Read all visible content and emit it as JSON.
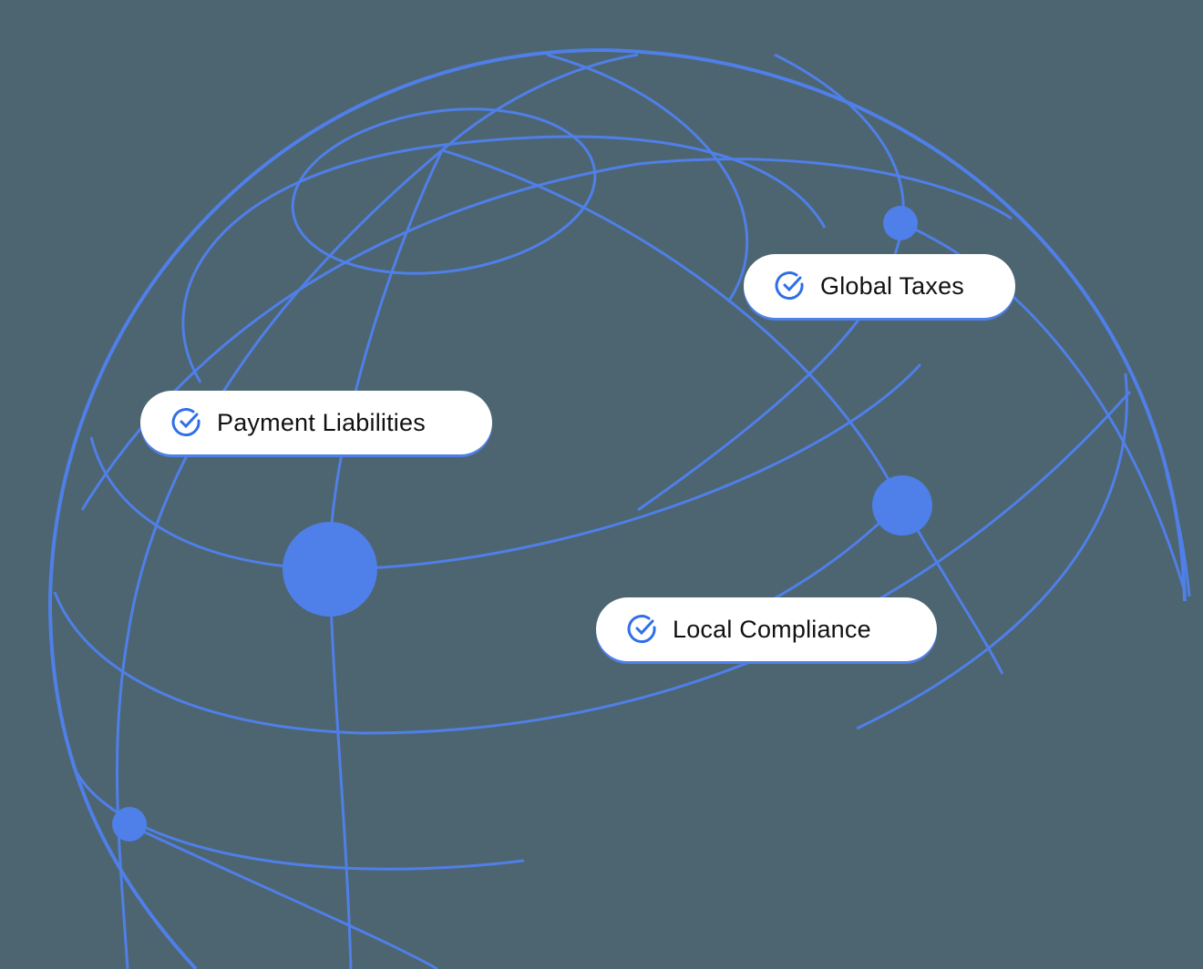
{
  "colors": {
    "background": "#4d6570",
    "line": "#4f7fe8",
    "pill_bg": "#ffffff",
    "check": "#2f6fe8",
    "text": "#111111"
  },
  "labels": [
    {
      "id": "global-taxes",
      "text": "Global Taxes",
      "icon": "check-circle-icon"
    },
    {
      "id": "payment-liabilities",
      "text": "Payment Liabilities",
      "icon": "check-circle-icon"
    },
    {
      "id": "local-compliance",
      "text": "Local Compliance",
      "icon": "check-circle-icon"
    }
  ]
}
